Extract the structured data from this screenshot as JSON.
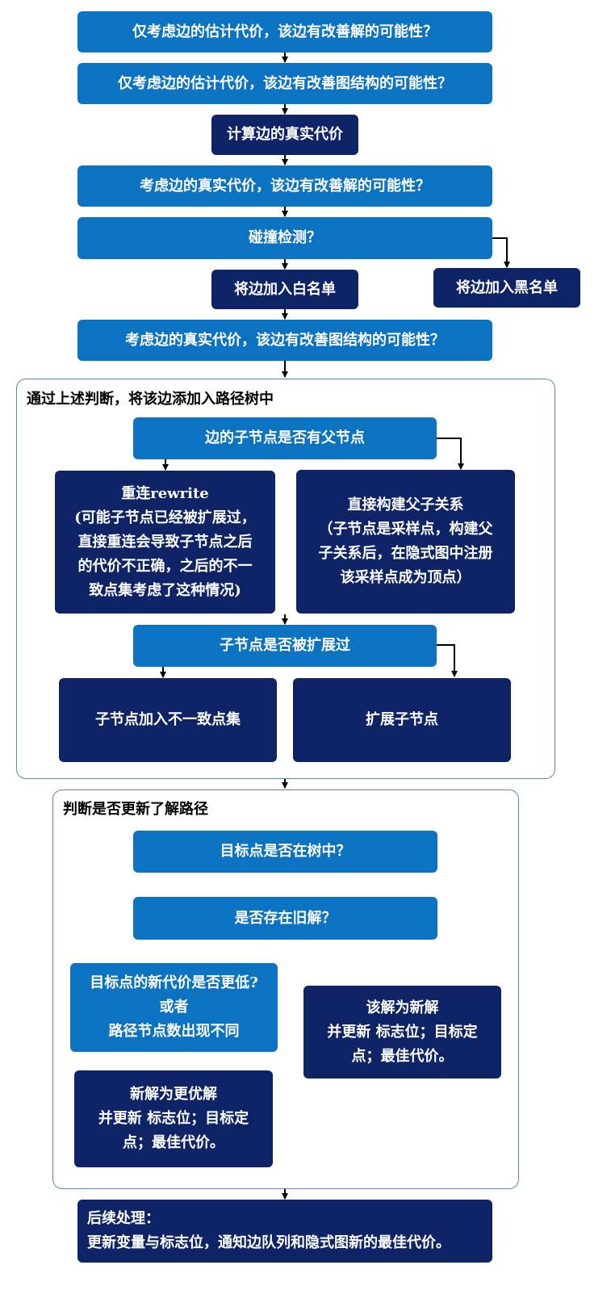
{
  "top_steps": {
    "estimate_solution": "仅考虑边的估计代价，该边有改善解的可能性？",
    "estimate_graph": "仅考虑边的估计代价，该边有改善图结构的可能性？",
    "compute_true_cost": "计算边的真实代价",
    "true_cost_solution": "考虑边的真实代价，该边有改善解的可能性？",
    "collision_check": "碰撞检测？",
    "whitelist": "将边加入白名单",
    "blacklist": "将边加入黑名单",
    "true_cost_graph": "考虑边的真实代价，该边有改善图结构的可能性？"
  },
  "tree_section": {
    "title": "通过上述判断，将该边添加入路径树中",
    "has_parent": "边的子节点是否有父节点",
    "rewire": {
      "title": "重连rewrite",
      "lines": [
        "(可能子节点已经被扩展过，",
        "直接重连会导致子节点之后",
        "的代价不正确，之后的不一",
        "致点集考虑了这种情况)"
      ]
    },
    "direct_build": {
      "title": "直接构建父子关系",
      "lines": [
        "（子节点是采样点，构建父",
        "子关系后，在隐式图中注册",
        "该采样点成为顶点）"
      ]
    },
    "expanded": "子节点是否被扩展过",
    "inconsistent": "子节点加入不一致点集",
    "expand_child": "扩展子节点"
  },
  "solution_section": {
    "title": "判断是否更新了解路径",
    "goal_in_tree": "目标点是否在树中？",
    "old_solution": "是否存在旧解？",
    "lower_cost": [
      "目标点的新代价是否更低?",
      "或者",
      "路径节点数出现不同"
    ],
    "new_solution": [
      "该解为新解",
      "并更新 标志位；目标定",
      "点；最佳代价。"
    ],
    "better_solution": [
      "新解为更优解",
      "并更新 标志位；目标定",
      "点；最佳代价。"
    ]
  },
  "followup": {
    "lines": [
      "后续处理：",
      "更新变量与标志位，通知边队列和隐式图新的最佳代价。"
    ]
  }
}
